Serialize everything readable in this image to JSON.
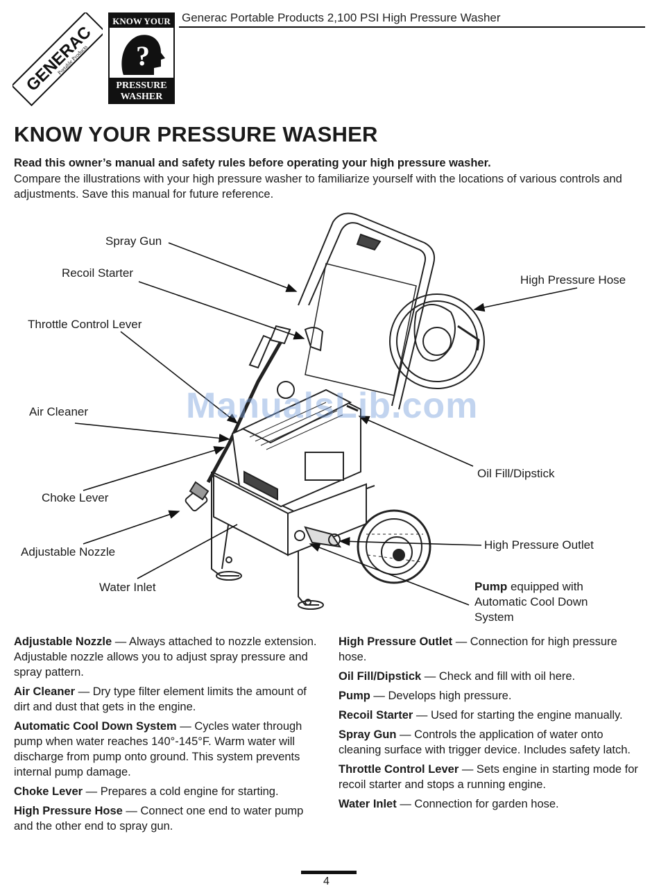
{
  "header": {
    "title": "Generac Portable Products 2,100 PSI High Pressure Washer",
    "generac_logo_text": "GENERAC",
    "generac_logo_subtext": "Portable Products",
    "kyp_logo_top": "KNOW YOUR",
    "kyp_logo_symbol": "?",
    "kyp_logo_bottom_1": "PRESSURE",
    "kyp_logo_bottom_2": "WASHER"
  },
  "page_title": "KNOW YOUR PRESSURE WASHER",
  "intro": {
    "bold": "Read this owner’s manual and safety rules before operating your high pressure washer.",
    "text": "Compare the illustrations with your high pressure washer to familiarize yourself with the locations of various controls and adjustments. Save this manual for future reference."
  },
  "callouts": {
    "spray_gun": "Spray Gun",
    "recoil_starter": "Recoil Starter",
    "throttle_control_lever": "Throttle Control Lever",
    "air_cleaner": "Air Cleaner",
    "choke_lever": "Choke Lever",
    "adjustable_nozzle": "Adjustable Nozzle",
    "water_inlet": "Water Inlet",
    "high_pressure_hose": "High Pressure Hose",
    "oil_fill_dipstick": "Oil Fill/Dipstick",
    "high_pressure_outlet": "High Pressure Outlet",
    "pump_bold": "Pump",
    "pump_line1": " equipped with",
    "pump_line2": "Automatic Cool Down",
    "pump_line3": "System"
  },
  "watermark": "ManualsLib.com",
  "definitions_left": [
    {
      "term": "Adjustable Nozzle",
      "desc": " — Always attached to nozzle extension. Adjustable nozzle allows you to adjust spray pressure and spray pattern."
    },
    {
      "term": "Air Cleaner",
      "desc": " — Dry type filter element limits the amount of dirt and dust that gets in the engine."
    },
    {
      "term": "Automatic Cool Down System",
      "desc": " — Cycles water through pump when water reaches 140°-145°F. Warm water will discharge from pump onto ground. This system prevents internal pump damage."
    },
    {
      "term": "Choke Lever",
      "desc": " — Prepares a cold engine for starting."
    },
    {
      "term": "High Pressure Hose",
      "desc": " — Connect one end to water pump and the other end to spray gun."
    }
  ],
  "definitions_right": [
    {
      "term": "High Pressure Outlet",
      "desc": " — Connection for high pressure hose."
    },
    {
      "term": "Oil Fill/Dipstick",
      "desc": " — Check and fill with oil here."
    },
    {
      "term": "Pump",
      "desc": " — Develops high pressure."
    },
    {
      "term": "Recoil Starter",
      "desc": " — Used for starting the engine manually."
    },
    {
      "term": "Spray Gun",
      "desc": " — Controls the application of water onto cleaning surface with trigger device. Includes safety latch."
    },
    {
      "term": "Throttle Control Lever",
      "desc": " — Sets engine in starting mode for recoil starter and stops a running engine."
    },
    {
      "term": "Water Inlet",
      "desc": " — Connection for garden hose."
    }
  ],
  "page_number": "4"
}
